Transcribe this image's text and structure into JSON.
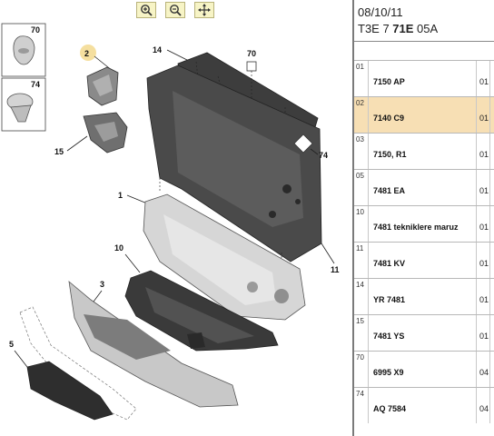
{
  "toolbar": {
    "buttons": [
      {
        "name": "zoom-in-button",
        "icon": "zoom-in-icon"
      },
      {
        "name": "zoom-out-button",
        "icon": "zoom-out-icon"
      },
      {
        "name": "pan-button",
        "icon": "move-icon"
      }
    ]
  },
  "diagram": {
    "callouts": [
      "70",
      "74",
      "2",
      "15",
      "14",
      "70",
      "74",
      "1",
      "10",
      "11",
      "3",
      "5"
    ]
  },
  "info": {
    "date": "08/10/11",
    "code_prefix": "T3E 7 ",
    "code_bold": "71E",
    "code_suffix": " 05A"
  },
  "parts": [
    {
      "idx": "01",
      "ref": "7150 AP",
      "qty": "01",
      "selected": false
    },
    {
      "idx": "02",
      "ref": "7140 C9",
      "qty": "01",
      "selected": true
    },
    {
      "idx": "03",
      "ref": "7150, R1",
      "qty": "01",
      "selected": false
    },
    {
      "idx": "05",
      "ref": "7481 EA",
      "qty": "01",
      "selected": false
    },
    {
      "idx": "10",
      "ref": "7481 tekniklere maruz",
      "qty": "01",
      "selected": false
    },
    {
      "idx": "11",
      "ref": "7481 KV",
      "qty": "01",
      "selected": false
    },
    {
      "idx": "14",
      "ref": "YR 7481",
      "qty": "01",
      "selected": false
    },
    {
      "idx": "15",
      "ref": "7481 YS",
      "qty": "01",
      "selected": false
    },
    {
      "idx": "70",
      "ref": "6995 X9",
      "qty": "04",
      "selected": false
    },
    {
      "idx": "74",
      "ref": "AQ 7584",
      "qty": "04",
      "selected": false
    }
  ],
  "colors": {
    "selected_row": "#f7dfb4",
    "callout_highlight": "#f5df9f"
  }
}
